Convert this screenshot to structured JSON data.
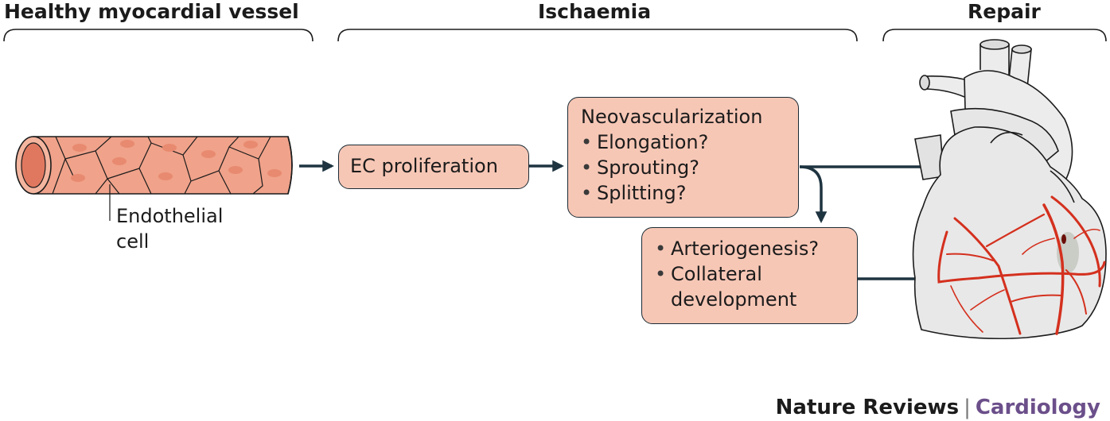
{
  "headers": {
    "healthy": "Healthy myocardial vessel",
    "ischaemia": "Ischaemia",
    "repair": "Repair"
  },
  "vessel_label": {
    "line1": "Endothelial",
    "line2": "cell"
  },
  "ec_box": {
    "label": "EC proliferation"
  },
  "neo_box": {
    "title": "Neovascularization",
    "items": [
      "Elongation?",
      "Sprouting?",
      "Splitting?"
    ]
  },
  "arterio_box": {
    "items": [
      "Arteriogenesis?",
      "Collateral"
    ],
    "continuation": "development"
  },
  "footer": {
    "journal": "Nature Reviews",
    "separator": "|",
    "section": "Cardiology"
  },
  "colors": {
    "box_fill": "#f7c7b6",
    "arrow": "#1e3440",
    "vessel_fill": "#f0a28a",
    "cell_nucleus": "#e88a70",
    "heart_fill": "#e8e8e8",
    "coronary": "#d4301e",
    "brand_section": "#6b4f8a"
  },
  "icons": [
    "heart-illustration",
    "blood-vessel-illustration"
  ]
}
